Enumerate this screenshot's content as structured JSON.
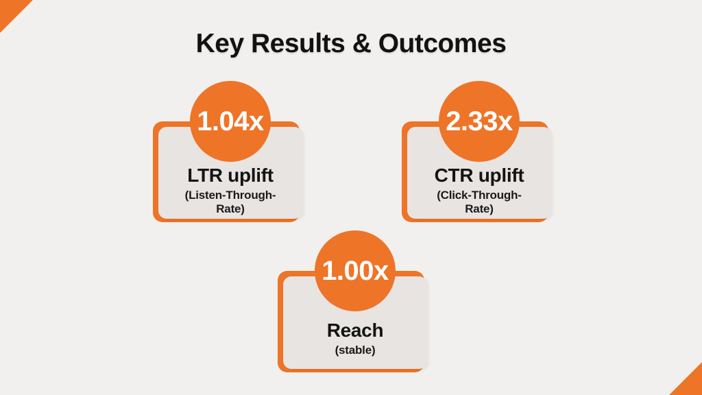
{
  "page": {
    "title": "Key Results & Outcomes"
  },
  "colors": {
    "background": "#F1F0EE",
    "accent_orange": "#EE7428",
    "card_background": "#E7E4E1",
    "title_text": "#121212",
    "value_text": "#FFFFFF"
  },
  "cards": [
    {
      "value": "1.04x",
      "label": "LTR uplift",
      "sublabel": "(Listen-Through-Rate)",
      "sublabel_lines": [
        "(Listen-Through-",
        "Rate)"
      ]
    },
    {
      "value": "2.33x",
      "label": "CTR uplift",
      "sublabel": "(Click-Through-Rate)",
      "sublabel_lines": [
        "(Click-Through-",
        "Rate)"
      ]
    },
    {
      "value": "1.00x",
      "label": "Reach",
      "sublabel": "(stable)",
      "sublabel_lines": [
        "(stable)"
      ]
    }
  ],
  "decor": {
    "corner_triangles": [
      "top-left",
      "bottom-right"
    ]
  }
}
